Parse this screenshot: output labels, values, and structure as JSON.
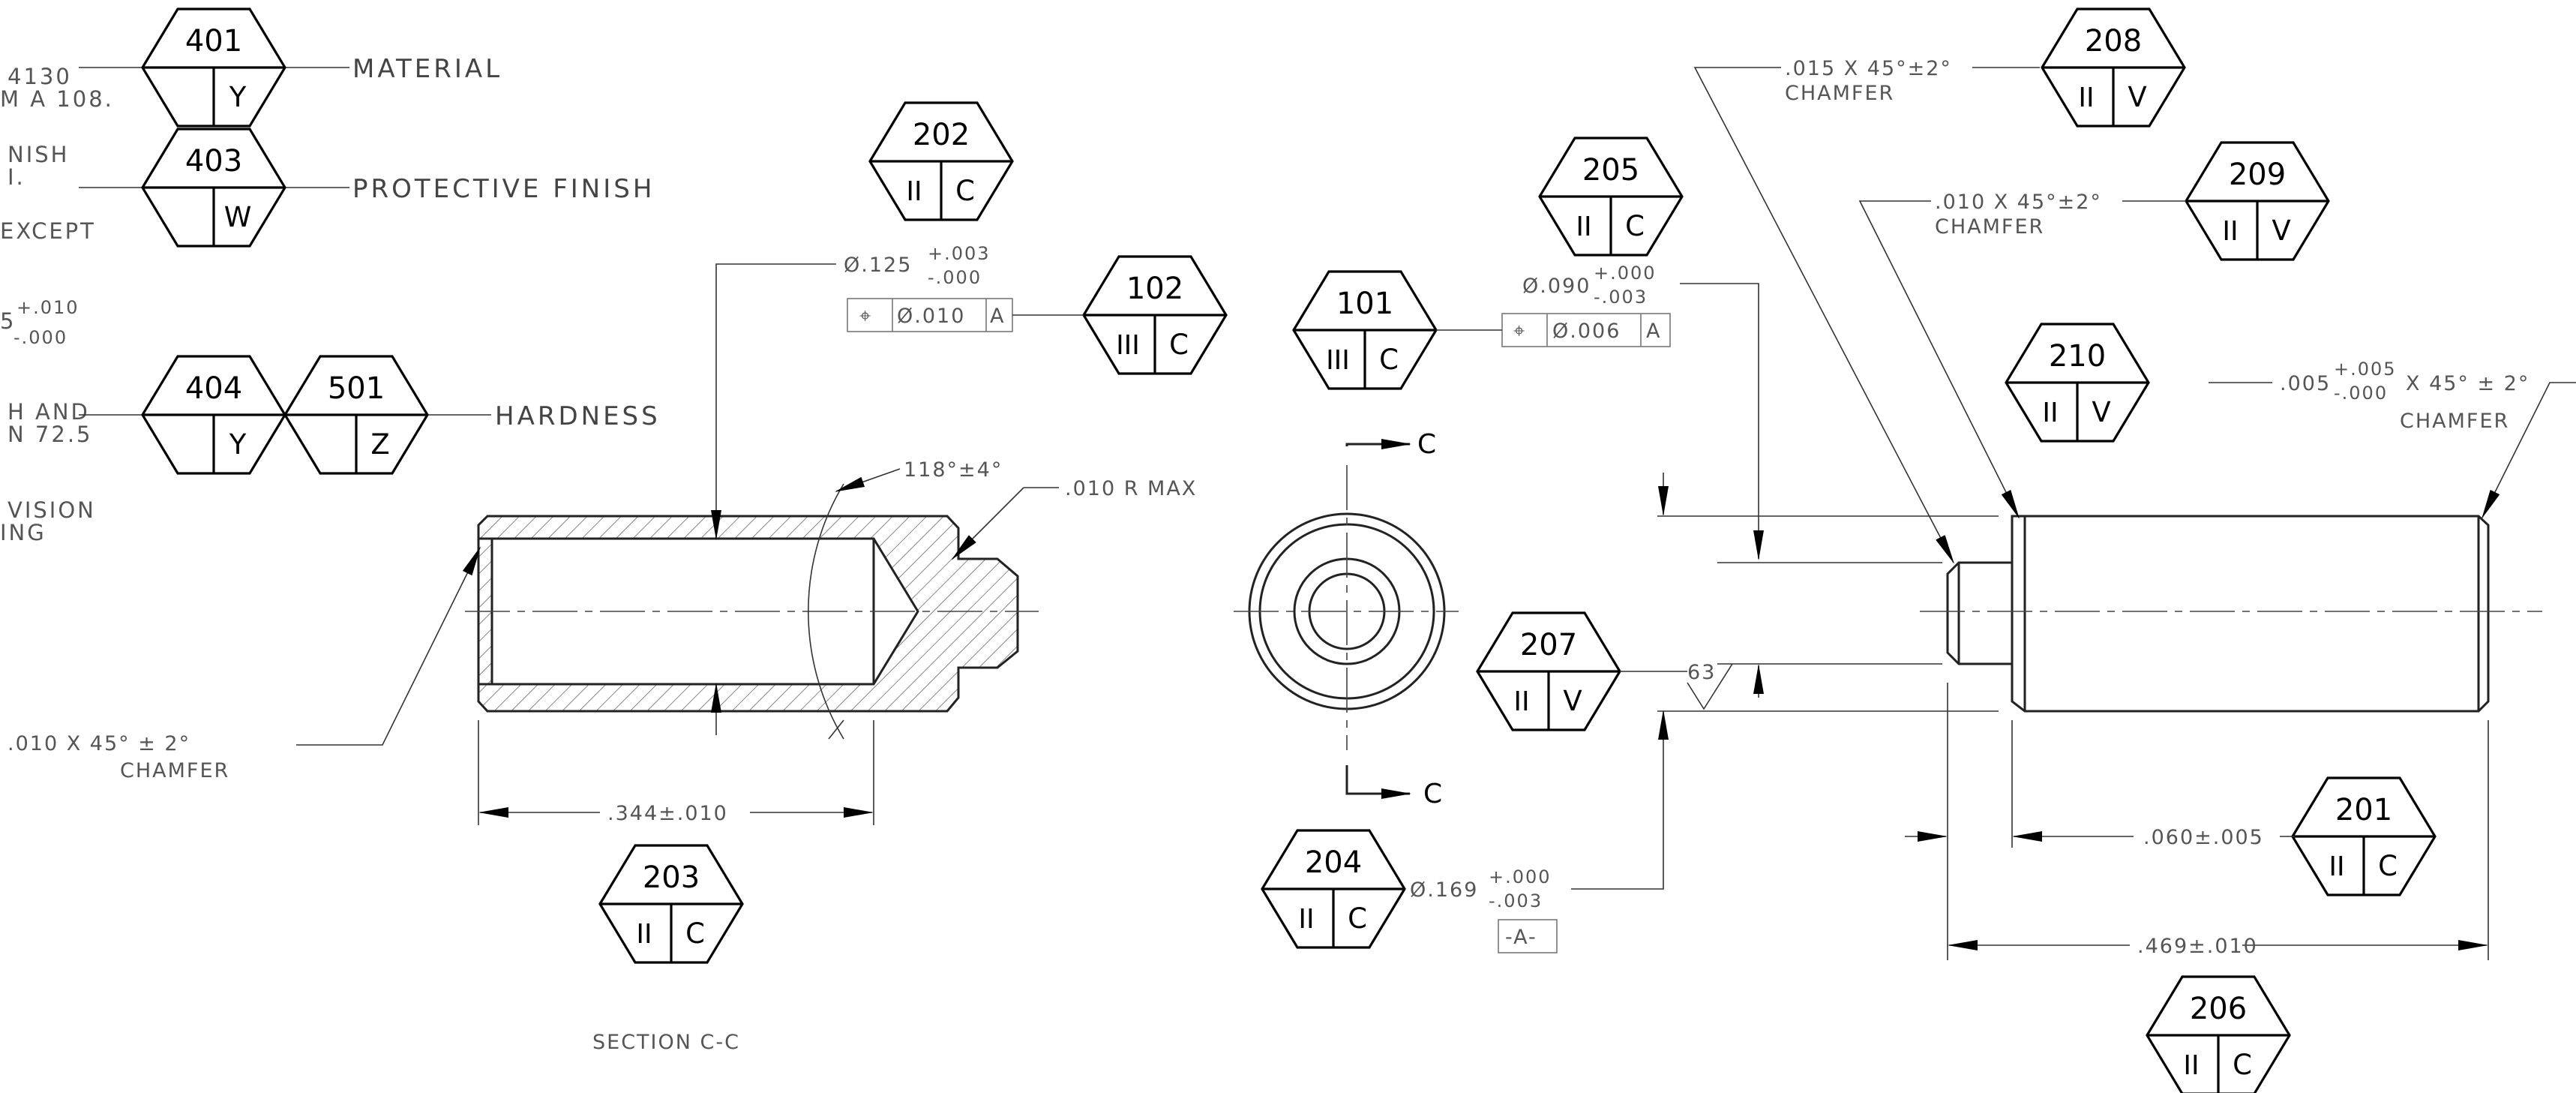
{
  "notes": {
    "n1": "4130",
    "n2": "M A 108.",
    "n3": "NISH",
    "n4": "I.",
    "n5": "EXCEPT",
    "n6_sup": "+.010",
    "n6_base": "5",
    "n6_sub": "-.000",
    "n7": "H AND",
    "n8": "N 72.5",
    "n9": "VISION",
    "n10": "ING"
  },
  "labels": {
    "material": "MATERIAL",
    "finish": "PROTECTIVE FINISH",
    "hardness": "HARDNESS"
  },
  "tags": {
    "t401": {
      "num": "401",
      "class": "",
      "code": "Y"
    },
    "t403": {
      "num": "403",
      "class": "",
      "code": "W"
    },
    "t404": {
      "num": "404",
      "class": "",
      "code": "Y"
    },
    "t501": {
      "num": "501",
      "class": "",
      "code": "Z"
    },
    "t202": {
      "num": "202",
      "class": "II",
      "code": "C"
    },
    "t102": {
      "num": "102",
      "class": "III",
      "code": "C"
    },
    "t203": {
      "num": "203",
      "class": "II",
      "code": "C"
    },
    "t101": {
      "num": "101",
      "class": "III",
      "code": "C"
    },
    "t205": {
      "num": "205",
      "class": "II",
      "code": "C"
    },
    "t207": {
      "num": "207",
      "class": "II",
      "code": "V"
    },
    "t204": {
      "num": "204",
      "class": "II",
      "code": "C"
    },
    "t208": {
      "num": "208",
      "class": "II",
      "code": "V"
    },
    "t209": {
      "num": "209",
      "class": "II",
      "code": "V"
    },
    "t210": {
      "num": "210",
      "class": "II",
      "code": "V"
    },
    "t201": {
      "num": "201",
      "class": "II",
      "code": "C"
    },
    "t206": {
      "num": "206",
      "class": "II",
      "code": "C"
    }
  },
  "dims": {
    "d125_base": "Ø.125",
    "d125_sup": "+.003",
    "d125_sub": "-.000",
    "fcf1_pos": "⌖",
    "fcf1_tol": "Ø.010",
    "fcf1_datum": "A",
    "angle": "118°±4°",
    "radius": ".010 R MAX",
    "chamfer_left": ".010 X 45° ± 2°",
    "chamfer_word": "CHAMFER",
    "len344": ".344±.010",
    "section": "SECTION  C-C",
    "d090_base": "Ø.090",
    "d090_sup": "+.000",
    "d090_sub": "-.003",
    "fcf2_pos": "⌖",
    "fcf2_tol": "Ø.006",
    "fcf2_datum": "A",
    "section_mark": "C",
    "d169_base": "Ø.169",
    "d169_sup": "+.000",
    "d169_sub": "-.003",
    "datum_a": "-A-",
    "finish63": "63",
    "ch015": ".015 X 45°±2°",
    "ch010": ".010 X 45°±2°",
    "ch005_base": ".005",
    "ch005_sup": "+.005",
    "ch005_sub": "-.000",
    "ch005_tail": "X 45° ± 2°",
    "len060": ".060±.005",
    "len469": ".469±.010"
  }
}
